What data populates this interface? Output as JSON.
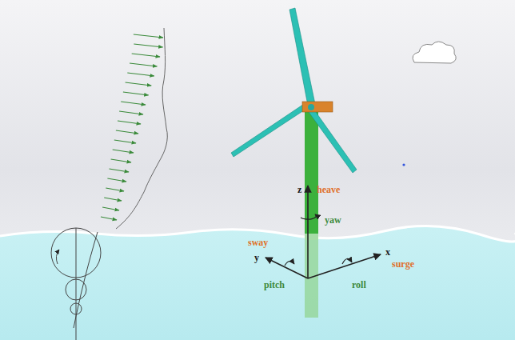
{
  "diagram": {
    "labels": [
      "z",
      "heave",
      "yaw",
      "sway",
      "y",
      "pitch",
      "x",
      "surge",
      "roll"
    ]
  }
}
